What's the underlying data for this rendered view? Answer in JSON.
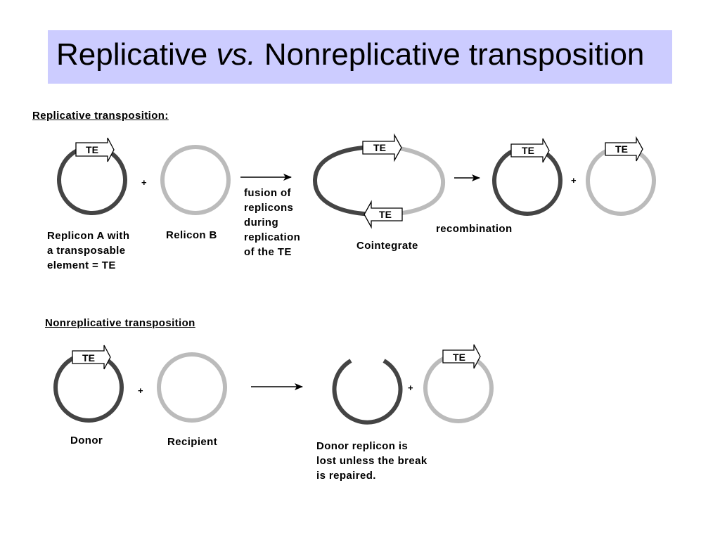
{
  "title": {
    "part1": "Replicative ",
    "part2": "vs.",
    "part3": " Nonreplicative transposition"
  },
  "colors": {
    "title_bg": "#ccccff",
    "dark_dna": "#444444",
    "light_dna": "#bbbbbb"
  },
  "te_label": "TE",
  "replicative": {
    "heading": "Replicative transposition:",
    "plus": "+",
    "replicon_a": [
      "Replicon A with",
      "a transposable",
      "element = TE"
    ],
    "replicon_b": "Relicon B",
    "fusion": [
      "fusion of",
      "replicons",
      "during",
      "replication",
      "of the TE"
    ],
    "cointegrate": "Cointegrate",
    "recombination": "recombination"
  },
  "nonreplicative": {
    "heading": "Nonreplicative transposition",
    "plus": "+",
    "donor": "Donor",
    "recipient": "Recipient",
    "result": [
      "Donor replicon is",
      "lost unless the break",
      "is repaired."
    ]
  }
}
